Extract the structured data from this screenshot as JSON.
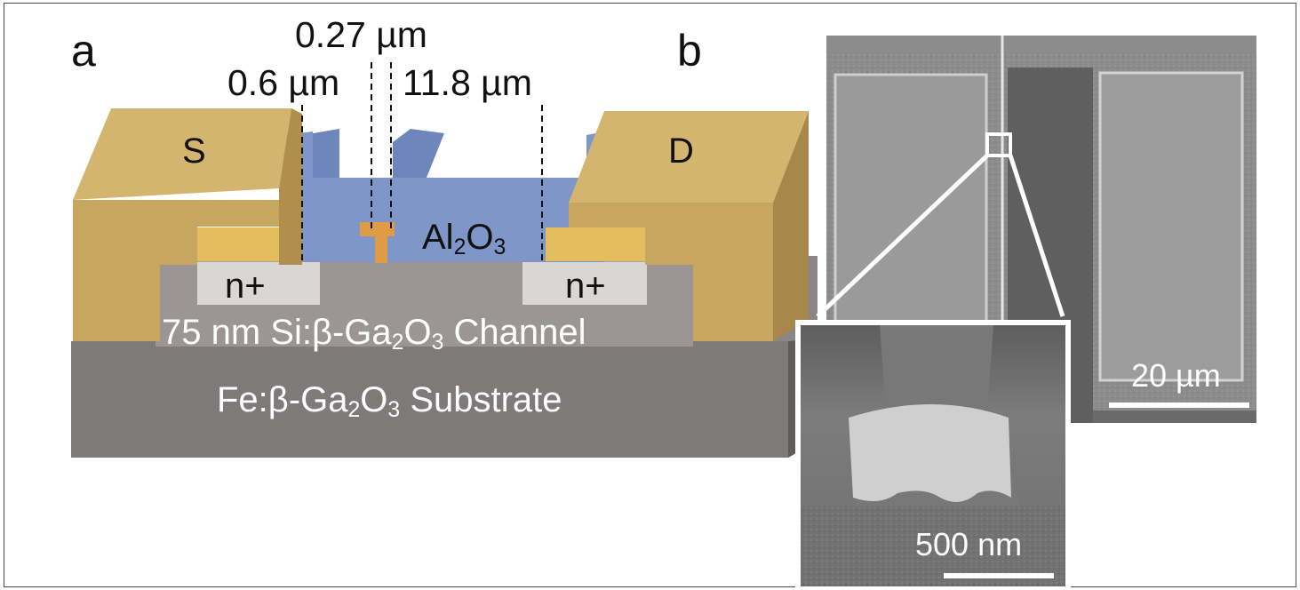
{
  "panel_a": {
    "label": "a",
    "dim_gate": "0.27 µm",
    "dim_source_gap": "0.6 µm",
    "dim_drain_gap": "11.8 µm",
    "source_label": "S",
    "drain_label": "D",
    "oxide_main": "Al",
    "oxide_sub1": "2",
    "oxide_mid": "O",
    "oxide_sub2": "3",
    "nplus_left": "n+",
    "nplus_right": "n+",
    "channel_pre": "75 nm Si:β-Ga",
    "channel_sub1": "2",
    "channel_mid": "O",
    "channel_sub2": "3",
    "channel_post": " Channel",
    "substrate_pre": "Fe:β-Ga",
    "substrate_sub1": "2",
    "substrate_mid": "O",
    "substrate_sub2": "3",
    "substrate_post": " Substrate"
  },
  "panel_b": {
    "label": "b",
    "scale_large": "20 µm",
    "scale_inset": "500 nm"
  },
  "colors": {
    "gold_top": "#d3b56f",
    "gold_front": "#c7a65f",
    "gold_side": "#b08f4c",
    "oxide_blue": "#7f97c8",
    "channel_grey": "#9b9593",
    "substrate_grey": "#7d7a79",
    "nplus_grey": "#d9d6d4",
    "contact_gold": "#e3bd5e",
    "gate_orange": "#e09b45"
  }
}
